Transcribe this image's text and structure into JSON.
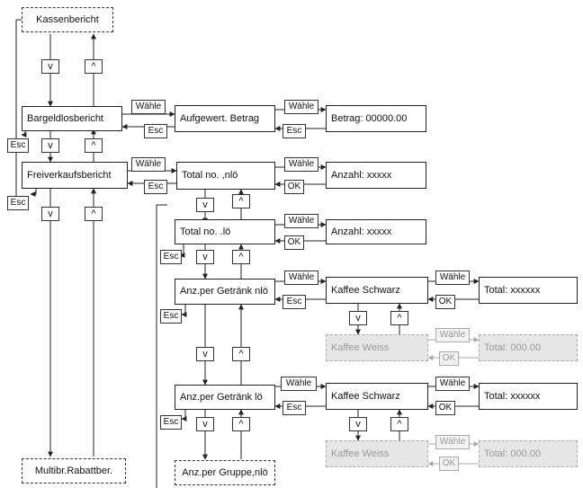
{
  "keys": {
    "down": "v",
    "up": "^",
    "select": "Wähle",
    "escape": "Esc",
    "ok": "OK"
  },
  "menu": {
    "kassenbericht": "Kassenbericht",
    "bargeldlosbericht": "Bargeldlosbericht",
    "freiverkaufsbericht": "Freiverkaufsbericht",
    "multibr_rabattber": "Multibr.Rabattber."
  },
  "bargeldlos": {
    "aufgewert_betrag": "Aufgewert. Betrag",
    "betrag": "Betrag: 00000.00"
  },
  "freiverkauf": {
    "total_nlo": "Total no. ,nlö",
    "anzahl_1": "Anzahl: xxxxx",
    "total_lo": "Total no. .lö",
    "anzahl_2": "Anzahl: xxxxx",
    "anz_getraenk_nlo": "Anz.per Getränk nlö",
    "anz_getraenk_lo": "Anz.per Getränk lö",
    "anz_gruppe_nlo": "Anz.per Gruppe,nlö"
  },
  "getraenke_nlo": {
    "kaffee_schwarz": "Kaffee Schwarz",
    "total_schwarz": "Total: xxxxxx",
    "kaffee_weiss": "Kaffee Weiss",
    "total_weiss": "Total: 000.00"
  },
  "getraenke_lo": {
    "kaffee_schwarz": "Kaffee Schwarz",
    "total_schwarz": "Total: xxxxxx",
    "kaffee_weiss": "Kaffee Weiss",
    "total_weiss": "Total: 000.00"
  }
}
